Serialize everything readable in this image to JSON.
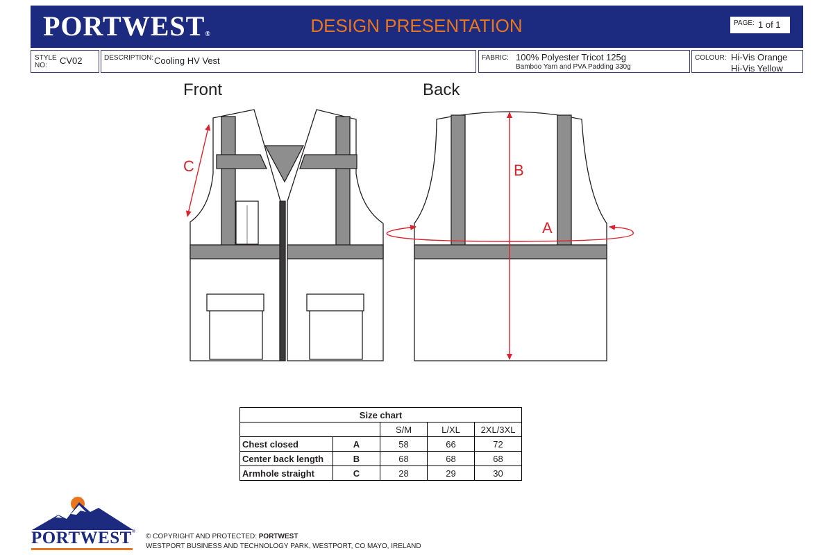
{
  "header": {
    "brand": "PORTWEST",
    "brand_mark": "®",
    "title": "DESIGN PRESENTATION",
    "page_label": "PAGE:",
    "page_value": "1 of 1",
    "band_color": "#1c2a80",
    "title_color": "#e8761f"
  },
  "info": {
    "style_label_1": "STYLE",
    "style_label_2": "NO:",
    "style_value": "CV02",
    "description_label": "DESCRIPTION:",
    "description_value": "Cooling HV Vest",
    "fabric_label": "FABRIC:",
    "fabric_line1": "100% Polyester Tricot 125g",
    "fabric_line2": "Bamboo Yarn and PVA Padding 330g",
    "colour_label": "COLOUR:",
    "colours": [
      "Hi-Vis Orange",
      "Hi-Vis Yellow"
    ]
  },
  "drawing": {
    "front_label": "Front",
    "back_label": "Back",
    "measure_labels": {
      "chest": "A",
      "back_length": "B",
      "armhole": "C"
    },
    "measure_color": "#d9232e",
    "reflective_tape_color": "#8e8e8e"
  },
  "size_chart": {
    "title": "Size chart",
    "sizes": [
      "S/M",
      "L/XL",
      "2XL/3XL"
    ],
    "rows": [
      {
        "name": "Chest closed",
        "code": "A",
        "values": [
          "58",
          "66",
          "72"
        ]
      },
      {
        "name": "Center back length",
        "code": "B",
        "values": [
          "68",
          "68",
          "68"
        ]
      },
      {
        "name": "Armhole straight",
        "code": "C",
        "values": [
          "28",
          "29",
          "30"
        ]
      }
    ]
  },
  "footer": {
    "brand": "PORTWEST",
    "brand_mark": "®",
    "copyright_prefix": "© COPYRIGHT AND PROTECTED: ",
    "copyright_owner": "PORTWEST",
    "address": "WESTPORT BUSINESS AND TECHNOLOGY PARK, WESTPORT, CO MAYO, IRELAND"
  }
}
